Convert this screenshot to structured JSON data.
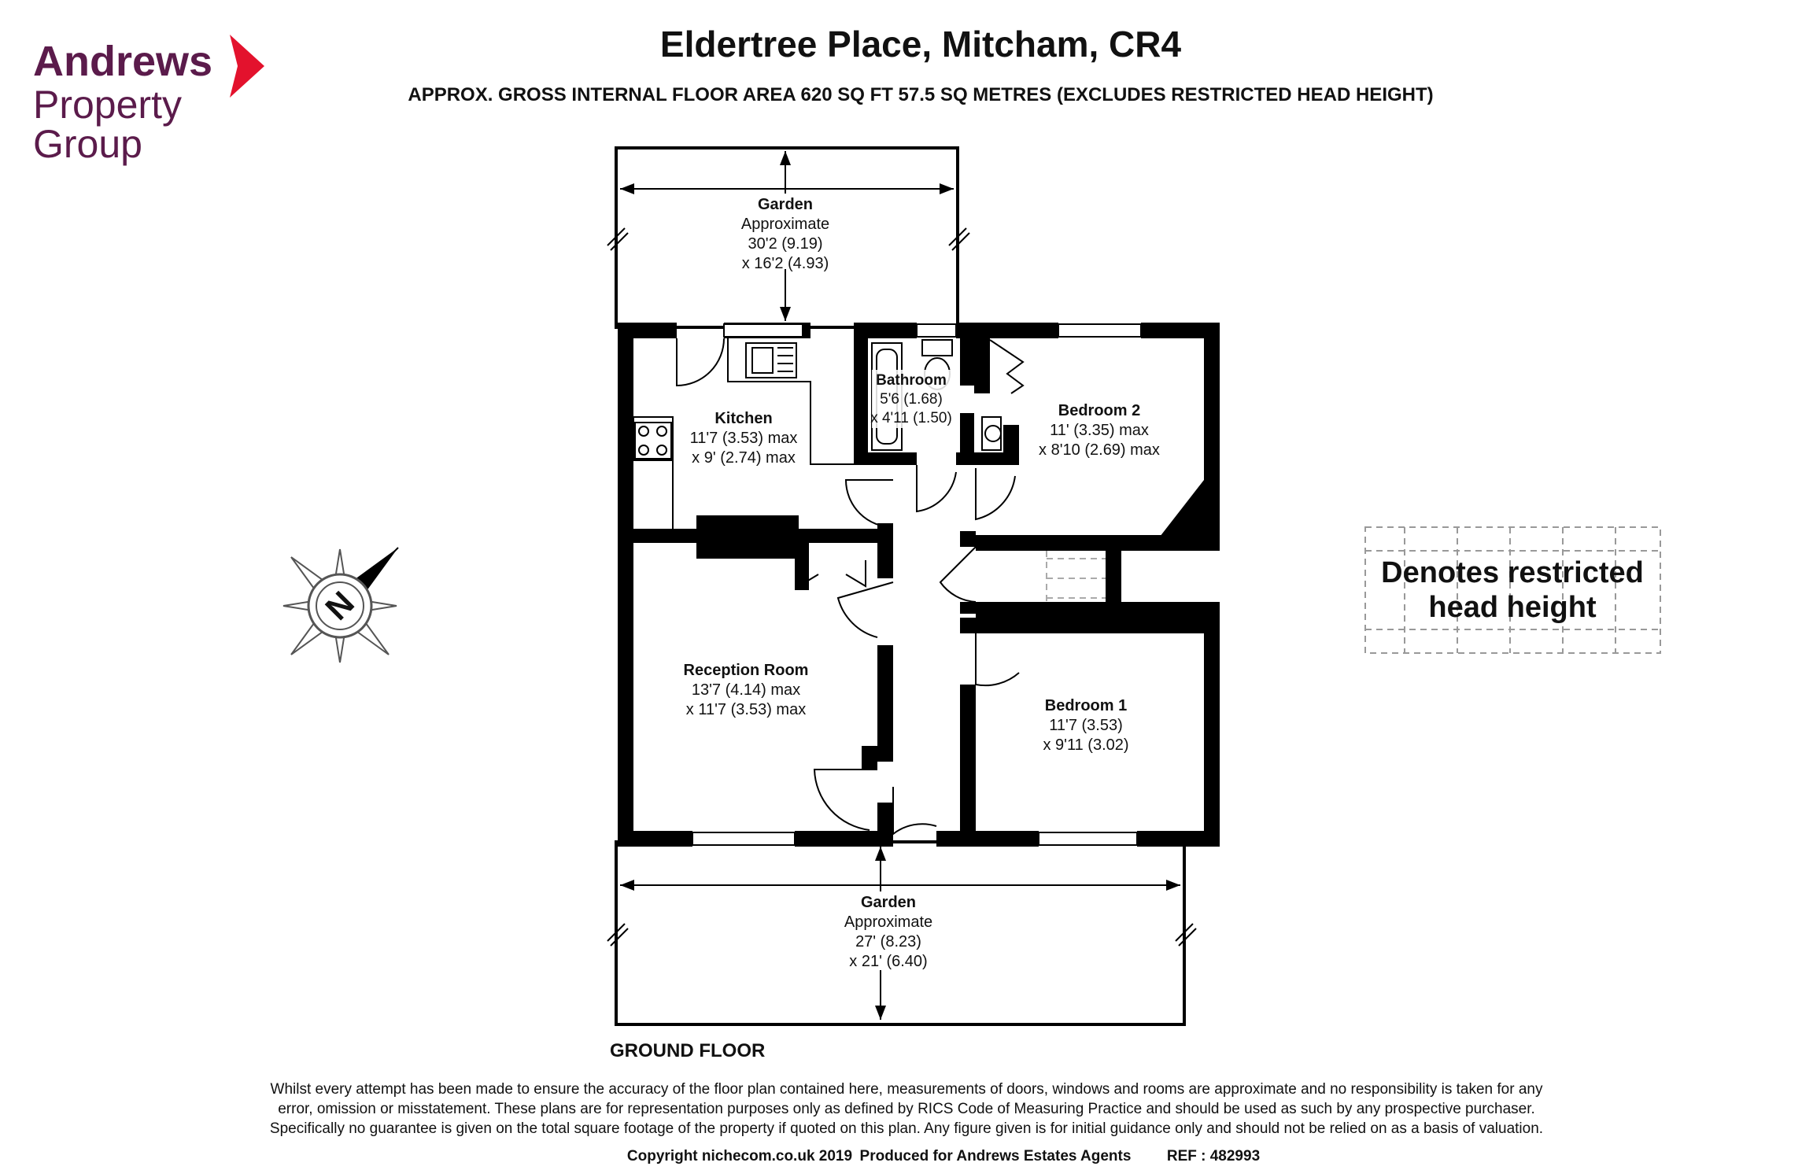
{
  "brand": {
    "line1": "Andrews",
    "line2": "Property",
    "line3": "Group",
    "color": "#5b1b4b",
    "accent": "#e3122d"
  },
  "header": {
    "title": "Eldertree Place, Mitcham, CR4",
    "subtitle": "APPROX. GROSS INTERNAL FLOOR AREA 620 SQ FT 57.5 SQ METRES (EXCLUDES RESTRICTED HEAD HEIGHT)"
  },
  "compass": {
    "letter": "N",
    "icon": "compass-icon"
  },
  "rooms": {
    "garden_top": {
      "name": "Garden",
      "l1": "Approximate",
      "l2": "30'2 (9.19)",
      "l3": "x 16'2 (4.93)"
    },
    "kitchen": {
      "name": "Kitchen",
      "l1": "11'7 (3.53) max",
      "l2": "x 9' (2.74) max"
    },
    "bathroom": {
      "name": "Bathroom",
      "l1": "5'6 (1.68)",
      "l2": "x 4'11 (1.50)"
    },
    "bedroom2": {
      "name": "Bedroom 2",
      "l1": "11' (3.35) max",
      "l2": "x 8'10 (2.69) max"
    },
    "reception": {
      "name": "Reception Room",
      "l1": "13'7 (4.14) max",
      "l2": "x 11'7 (3.53) max"
    },
    "bedroom1": {
      "name": "Bedroom 1",
      "l1": "11'7 (3.53)",
      "l2": "x 9'11 (3.02)"
    },
    "garden_bottom": {
      "name": "Garden",
      "l1": "Approximate",
      "l2": "27' (8.23)",
      "l3": "x 21' (6.40)"
    }
  },
  "legend": {
    "line1": "Denotes restricted",
    "line2": "head height"
  },
  "floor_label": "GROUND FLOOR",
  "disclaimer": {
    "l1": "Whilst every attempt has been made to ensure the accuracy of the floor plan contained here, measurements of doors, windows and rooms are approximate and no responsibility is taken for any",
    "l2": "error, omission or misstatement. These plans are for representation purposes only as defined by RICS Code of Measuring Practice and should be used as such by any prospective purchaser.",
    "l3": "Specifically no guarantee is given on the total square footage of the property if quoted on this plan. Any figure given is for initial guidance only and should not be relied on as a basis of valuation."
  },
  "footer": {
    "copyright": "Copyright nichecom.co.uk 2019",
    "produced": "Produced for Andrews Estates Agents",
    "ref": "REF : 482993"
  }
}
